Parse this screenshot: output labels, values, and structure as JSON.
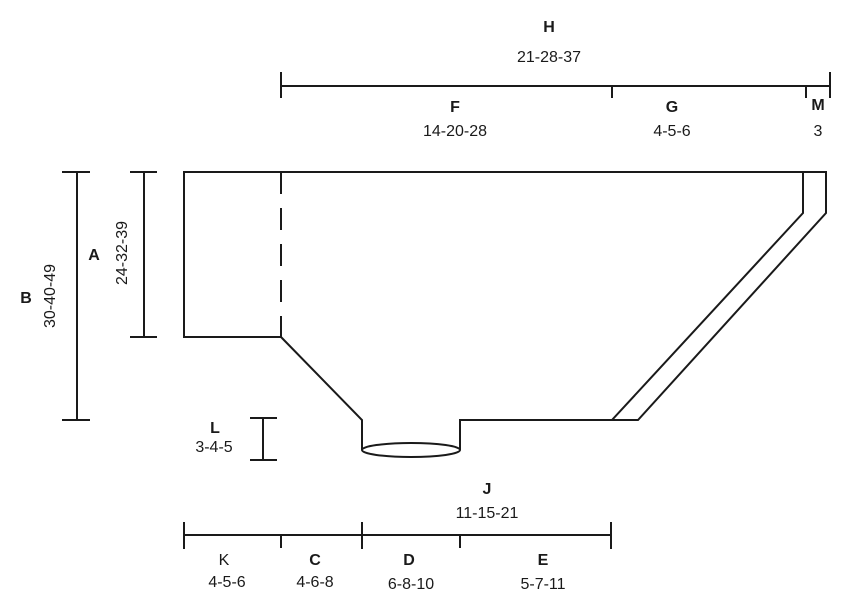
{
  "diagram": {
    "type": "knitting-pattern-schematic",
    "line_color": "#1a1a1a",
    "background": "#ffffff",
    "measurements": {
      "H": {
        "label": "H",
        "value": "21-28-37"
      },
      "F": {
        "label": "F",
        "value": "14-20-28"
      },
      "G": {
        "label": "G",
        "value": "4-5-6"
      },
      "M": {
        "label": "M",
        "value": "3"
      },
      "A": {
        "label": "A",
        "value": "24-32-39"
      },
      "B": {
        "label": "B",
        "value": "30-40-49"
      },
      "L": {
        "label": "L",
        "value": "3-4-5"
      },
      "J": {
        "label": "J",
        "value": "11-15-21"
      },
      "K": {
        "label": "K",
        "value": "4-5-6"
      },
      "C": {
        "label": "C",
        "value": "4-6-8"
      },
      "D": {
        "label": "D",
        "value": "6-8-10"
      },
      "E": {
        "label": "E",
        "value": "5-7-11"
      }
    }
  }
}
